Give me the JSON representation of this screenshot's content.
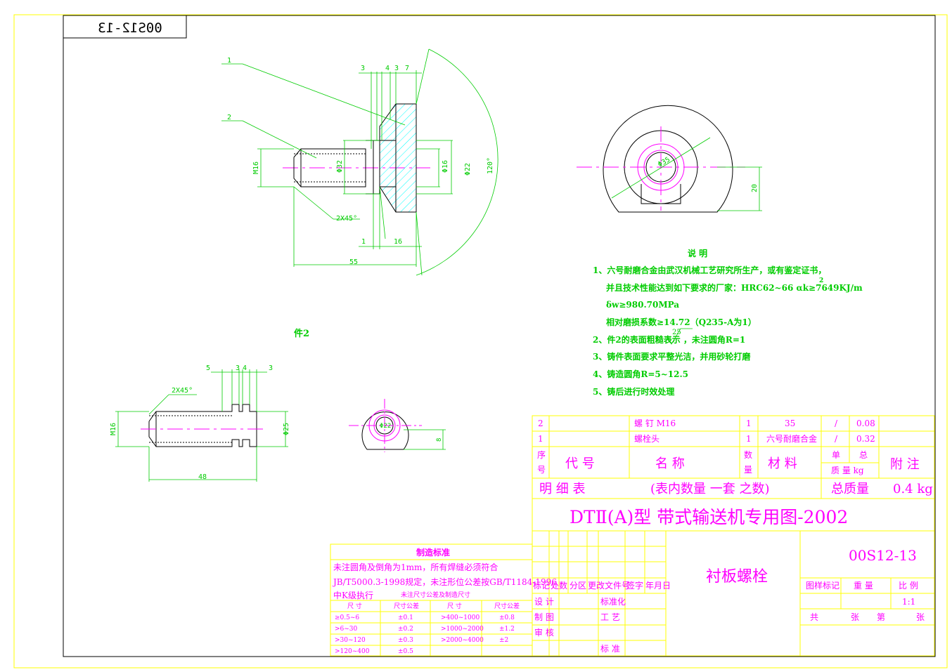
{
  "stamp": "00S12-13",
  "views": {
    "bolt_head_label": "件2",
    "callouts": {
      "one": "1",
      "two": "2"
    },
    "dims_top": {
      "top_a": "3",
      "top_b": "4",
      "top_c": "3",
      "top_d": "7",
      "m16": "M16",
      "d32": "Φ32",
      "d16": "Φ16",
      "d22": "Φ22",
      "angle": "120°",
      "chamfer": "2X45°",
      "bottom_a": "1",
      "bottom_b": "16",
      "length": "55"
    },
    "dims_circle": {
      "dia": "Φ35",
      "height": "20"
    },
    "dims_part2": {
      "top_a": "5",
      "top_b": "3",
      "top_c": "4",
      "top_d": "3",
      "chamfer": "2X45°",
      "m16": "M16",
      "d25": "Φ25",
      "length": "48"
    },
    "dims_small_circle": {
      "dia": "Φ22",
      "height": "8"
    }
  },
  "notes": {
    "title": "说 明",
    "lines": [
      "1、六号耐磨合金由武汉机械工艺研究所生产，或有鉴定证书，",
      "并且技术性能达到如下要求的厂家：HRC62~66  αk≥7649KJ/m",
      "δw≥980.70MPa",
      "相对磨损系数≥14.72（Q235-A为1）",
      "2、件2的表面粗糙表示           ，未注圆角R=1",
      "3、铸件表面要求平整光洁，并用砂轮打磨",
      "4、铸造圆角R=5~12.5",
      "5、铸后进行时效处理"
    ],
    "roughness": "25",
    "superscript": "2"
  },
  "bom": {
    "rows": [
      {
        "no": "2",
        "code": "",
        "name": "螺  钉 M16",
        "qty": "1",
        "material": "35",
        "unit": "/",
        "total": "0.08",
        "remark": ""
      },
      {
        "no": "1",
        "code": "",
        "name": "螺栓头",
        "qty": "1",
        "material": "六号耐磨合金",
        "unit": "/",
        "total": "0.32",
        "remark": ""
      }
    ],
    "header": {
      "no": "序\n号",
      "code": "代   号",
      "name": "名     称",
      "qty": "数\n量",
      "material": "材    料",
      "unit": "单",
      "total": "总",
      "mass": "质 量 kg",
      "remark": "附  注"
    },
    "summary": {
      "label": "明    细    表",
      "note": "(表内数量  一套  之数)",
      "total_label": "总质量",
      "total_value": "0.4 kg"
    }
  },
  "title_block": {
    "series": "DTⅡ(A)型   带式输送机专用图-2002",
    "drawing_no": "00S12-13",
    "part_name": "衬板螺栓",
    "rev_headers": [
      "标记",
      "处数",
      "分区",
      "更改文件号",
      "签字",
      "年月日"
    ],
    "roles": [
      "设  计",
      "制  图",
      "审  核"
    ],
    "roles_right": [
      "标准化",
      "工  艺",
      "标  准"
    ],
    "stage_label": "图样标记",
    "weight_label": "重    量",
    "scale_label": "比  例",
    "scale_value": "1:1",
    "sheet": [
      "共",
      "张",
      "第",
      "张"
    ]
  },
  "mfg_std": {
    "title": "制造标准",
    "line1": "未注圆角及倒角为1mm，所有焊缝必须符合",
    "line2": "JB/T5000.3-1998规定，未注形位公差按GB/T1184-1996",
    "line3": "中K级执行",
    "sub_title": "未注尺寸公差及制造尺寸",
    "headers": [
      "尺  寸",
      "尺寸公差",
      "尺  寸",
      "尺寸公差"
    ],
    "rows": [
      [
        "≥0.5~6",
        "±0.1",
        ">400~1000",
        "±0.8"
      ],
      [
        ">6~30",
        "±0.2",
        ">1000~2000",
        "±1.2"
      ],
      [
        ">30~120",
        "±0.3",
        ">2000~4000",
        "±2"
      ],
      [
        ">120~400",
        "±0.5",
        "",
        ""
      ]
    ]
  }
}
